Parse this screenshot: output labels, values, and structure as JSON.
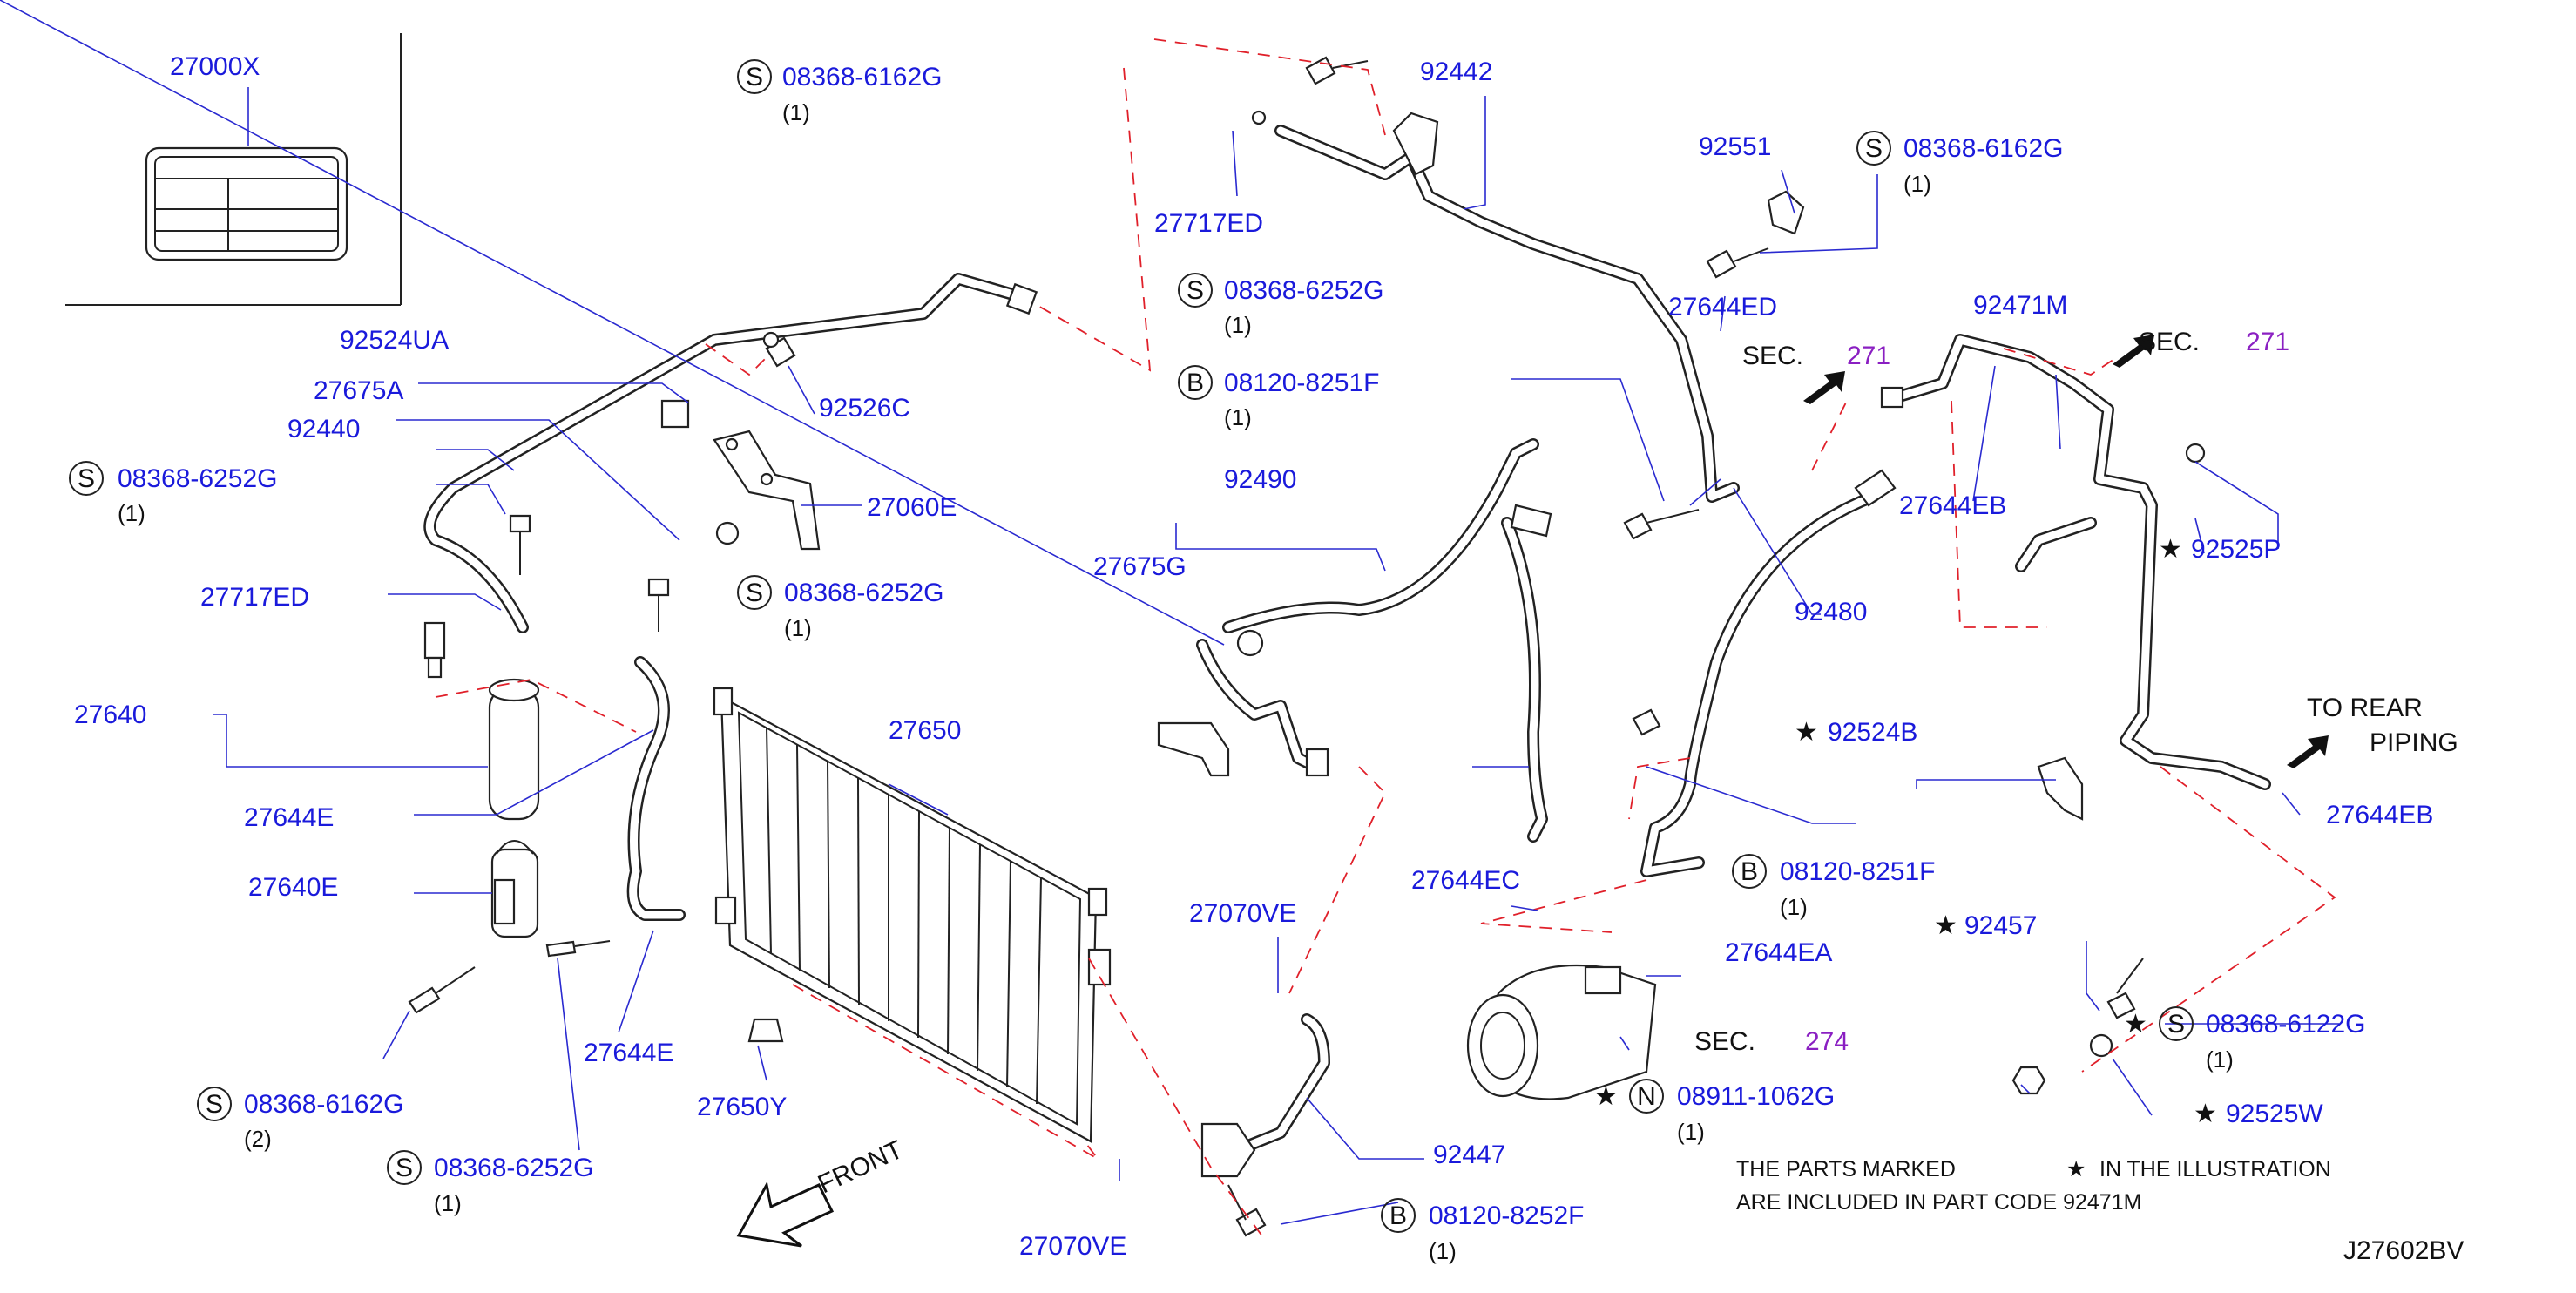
{
  "diagram_code": "J27602BV",
  "front_label": "FRONT",
  "to_rear": [
    "TO  REAR",
    "PIPING"
  ],
  "note": {
    "line1_a": "THE  PARTS  MARKED",
    "line1_b": "IN  THE  ILLUSTRATION",
    "line2": "ARE  INCLUDED  IN  PART  CODE  92471M"
  },
  "sections": [
    {
      "label": "SEC.",
      "num": "271"
    },
    {
      "label": "SEC.",
      "num": "271"
    },
    {
      "label": "SEC.",
      "num": "274"
    }
  ],
  "callouts": [
    {
      "id": "c-27000x",
      "text": "27000X"
    },
    {
      "id": "c-92524ua",
      "text": "92524UA"
    },
    {
      "id": "c-27675a",
      "text": "27675A"
    },
    {
      "id": "c-92440",
      "text": "92440"
    },
    {
      "id": "c-27717ed-l",
      "text": "27717ED"
    },
    {
      "id": "c-27640",
      "text": "27640"
    },
    {
      "id": "c-27644e-l",
      "text": "27644E"
    },
    {
      "id": "c-27640e",
      "text": "27640E"
    },
    {
      "id": "c-92526c",
      "text": "92526C"
    },
    {
      "id": "c-27060e",
      "text": "27060E"
    },
    {
      "id": "c-27650",
      "text": "27650"
    },
    {
      "id": "c-27644e-b",
      "text": "27644E"
    },
    {
      "id": "c-27650y",
      "text": "27650Y"
    },
    {
      "id": "c-92442",
      "text": "92442"
    },
    {
      "id": "c-27717ed-t",
      "text": "27717ED"
    },
    {
      "id": "c-92490",
      "text": "92490"
    },
    {
      "id": "c-27675g",
      "text": "27675G"
    },
    {
      "id": "c-27070ve-t",
      "text": "27070VE"
    },
    {
      "id": "c-92447",
      "text": "92447"
    },
    {
      "id": "c-27070ve-b",
      "text": "27070VE"
    },
    {
      "id": "c-92551",
      "text": "92551"
    },
    {
      "id": "c-27644ed",
      "text": "27644ED"
    },
    {
      "id": "c-92480",
      "text": "92480"
    },
    {
      "id": "c-27644ec",
      "text": "27644EC"
    },
    {
      "id": "c-27644ea",
      "text": "27644EA"
    },
    {
      "id": "c-92471m",
      "text": "92471M"
    },
    {
      "id": "c-27644eb-t",
      "text": "27644EB"
    },
    {
      "id": "c-92525p",
      "text": "92525P"
    },
    {
      "id": "c-92524b",
      "text": "92524B"
    },
    {
      "id": "c-27644eb-b",
      "text": "27644EB"
    },
    {
      "id": "c-92457",
      "text": "92457"
    },
    {
      "id": "c-92525w",
      "text": "92525W"
    }
  ],
  "fasteners": [
    {
      "id": "f1",
      "prefix": "S",
      "part": "08368-6162G",
      "qty": "(1)"
    },
    {
      "id": "f2",
      "prefix": "S",
      "part": "08368-6252G",
      "qty": "(1)"
    },
    {
      "id": "f3",
      "prefix": "S",
      "part": "08368-6252G",
      "qty": "(1)"
    },
    {
      "id": "f4",
      "prefix": "S",
      "part": "08368-6162G",
      "qty": "(2)"
    },
    {
      "id": "f5",
      "prefix": "S",
      "part": "08368-6252G",
      "qty": "(1)"
    },
    {
      "id": "f6",
      "prefix": "S",
      "part": "08368-6252G",
      "qty": "(1)"
    },
    {
      "id": "f7",
      "prefix": "B",
      "part": "08120-8251F",
      "qty": "(1)"
    },
    {
      "id": "f8",
      "prefix": "B",
      "part": "08120-8252F",
      "qty": "(1)"
    },
    {
      "id": "f9",
      "prefix": "S",
      "part": "08368-6162G",
      "qty": "(1)"
    },
    {
      "id": "f10",
      "prefix": "B",
      "part": "08120-8251F",
      "qty": "(1)"
    },
    {
      "id": "f11",
      "prefix": "N",
      "part": "08911-1062G",
      "qty": "(1)"
    },
    {
      "id": "f12",
      "prefix": "S",
      "part": "08368-6122G",
      "qty": "(1)"
    }
  ],
  "star": "★"
}
